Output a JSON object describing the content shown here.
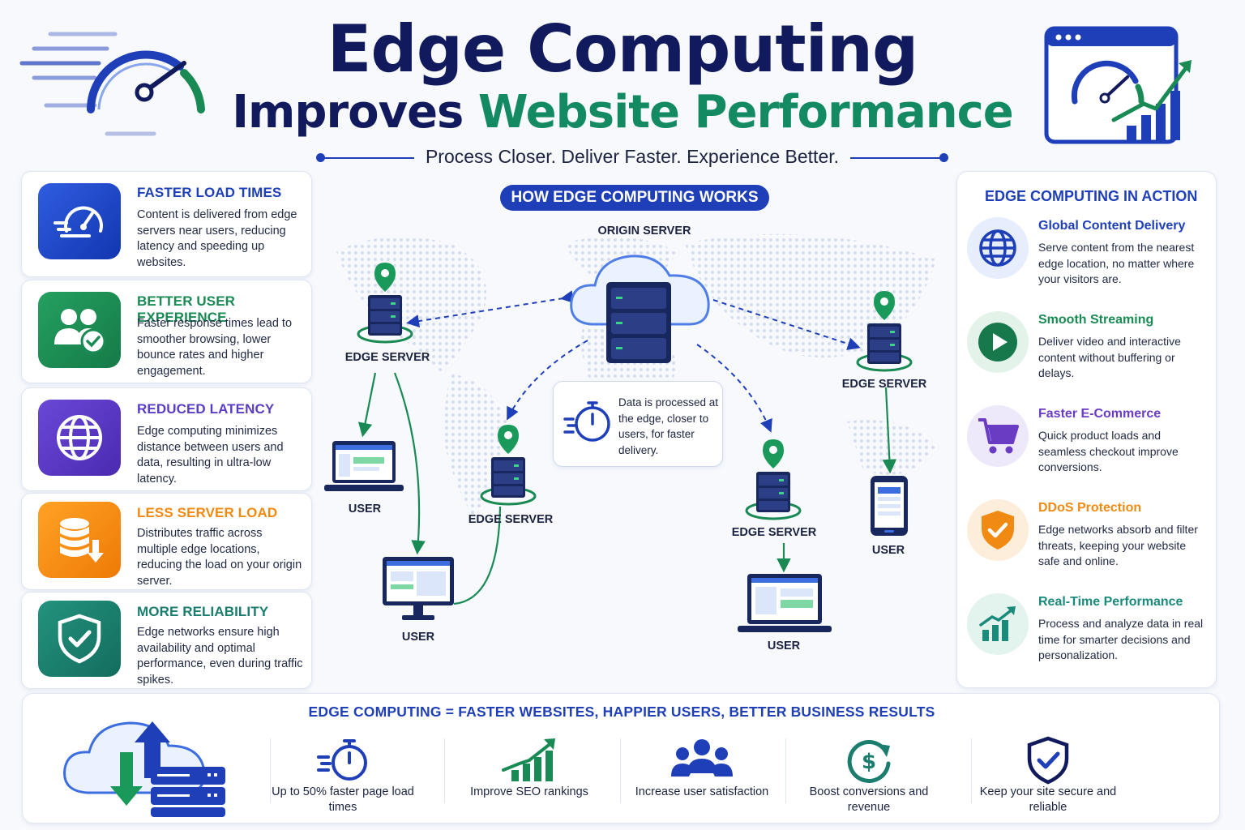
{
  "header": {
    "title_line1": "Edge Computing",
    "title_line2_dark": "Improves ",
    "title_line2_green": "Website Performance",
    "tagline": "Process Closer. Deliver Faster. Experience Better."
  },
  "benefits": [
    {
      "title": "FASTER LOAD TIMES",
      "body": "Content is delivered from edge servers near users, reducing latency and speeding up websites.",
      "icon": "speedometer-icon",
      "color": "#1f3fb8"
    },
    {
      "title": "BETTER USER EXPERIENCE",
      "body": "Faster response times lead to smoother browsing, lower bounce rates and higher engagement.",
      "icon": "users-check-icon",
      "color": "#1a8a55"
    },
    {
      "title": "REDUCED LATENCY",
      "body": "Edge computing minimizes distance between users and data, resulting in ultra-low latency.",
      "icon": "globe-icon",
      "color": "#5b3cc4"
    },
    {
      "title": "LESS SERVER LOAD",
      "body": "Distributes traffic across multiple edge locations, reducing the load on your origin server.",
      "icon": "database-down-icon",
      "color": "#f08a12"
    },
    {
      "title": "MORE RELIABILITY",
      "body": "Edge networks ensure high availability and optimal performance, even during traffic spikes.",
      "icon": "shield-check-icon",
      "color": "#1a7d6e"
    }
  ],
  "diagram": {
    "heading": "HOW EDGE COMPUTING WORKS",
    "origin_label": "ORIGIN SERVER",
    "edge_label": "EDGE SERVER",
    "user_label": "USER",
    "info_text": "Data is processed at the edge, closer to users, for faster delivery."
  },
  "in_action": {
    "title": "EDGE COMPUTING IN ACTION",
    "items": [
      {
        "title": "Global Content Delivery",
        "body": "Serve content from the nearest edge location, no matter where your visitors are.",
        "icon": "globe-icon",
        "color": "#1f3fb8"
      },
      {
        "title": "Smooth Streaming",
        "body": "Deliver video and interactive content without buffering or delays.",
        "icon": "play-icon",
        "color": "#1a8a55"
      },
      {
        "title": "Faster E-Commerce",
        "body": "Quick product loads and seamless checkout improve conversions.",
        "icon": "cart-icon",
        "color": "#6a3cc4"
      },
      {
        "title": "DDoS Protection",
        "body": "Edge networks absorb and filter threats, keeping your website safe and online.",
        "icon": "shield-check-icon",
        "color": "#f08a12"
      },
      {
        "title": "Real-Time Performance",
        "body": "Process and analyze data in real time for smarter decisions and personalization.",
        "icon": "growth-chart-icon",
        "color": "#1a8a7a"
      }
    ]
  },
  "banner": {
    "title": "EDGE COMPUTING = FASTER WEBSITES, HAPPIER USERS, BETTER BUSINESS RESULTS",
    "stats": [
      {
        "label": "Up to 50% faster page load times",
        "icon": "stopwatch-icon"
      },
      {
        "label": "Improve SEO rankings",
        "icon": "growth-chart-icon"
      },
      {
        "label": "Increase user satisfaction",
        "icon": "users-icon"
      },
      {
        "label": "Boost conversions and revenue",
        "icon": "dollar-cycle-icon"
      },
      {
        "label": "Keep your site secure and reliable",
        "icon": "shield-check-icon"
      }
    ]
  },
  "colors": {
    "navy": "#101a5c",
    "primary_blue": "#1f3fb8",
    "green": "#1a8a55",
    "teal_green": "#138a62"
  }
}
